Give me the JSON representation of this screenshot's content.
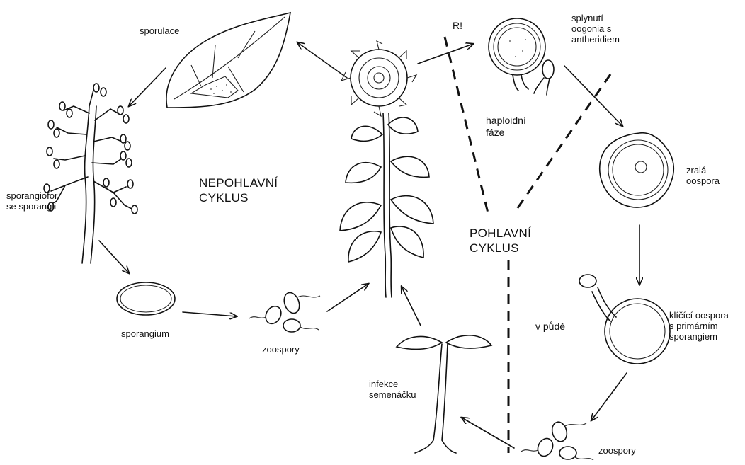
{
  "labels": {
    "sporulace": "sporulace",
    "r_mark": "R!",
    "splynuti": "splynutí\noogonia s\nantheridiem",
    "haploidni": "haploidní\nfáze",
    "zrala": "zralá\noospora",
    "nepohlavni": "NEPOHLAVNÍ\nCYKLUS",
    "pohlavni": "POHLAVNÍ\nCYKLUS",
    "sporangiofor": "sporangiofor\nse sporangii",
    "sporangium": "sporangium",
    "zoospory_left": "zoospory",
    "v_pude": "v půdě",
    "klicici": "klíčící oospora\ns primárním\nsporangiem",
    "infekce": "infekce\nsemenáčku",
    "zoospory_right": "zoospory"
  }
}
